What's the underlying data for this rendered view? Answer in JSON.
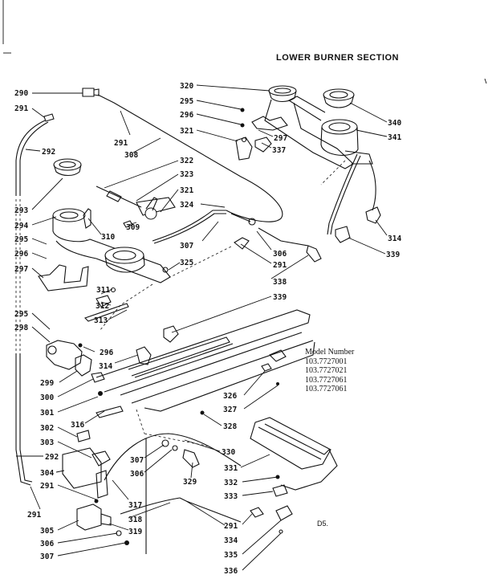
{
  "title": "LOWER BURNER SECTION",
  "model": {
    "heading": "Model Number",
    "numbers": [
      "103.7727001",
      "103.7727021",
      "103.7727061",
      "103.7727061"
    ]
  },
  "code": "D5.",
  "callouts": {
    "c290": "290",
    "c291a": "291",
    "c292a": "292",
    "c293": "293",
    "c294": "294",
    "c295a": "295",
    "c296a": "296",
    "c297a": "297",
    "c295b": "295",
    "c298": "298",
    "c299": "299",
    "c300": "300",
    "c301": "301",
    "c302": "302",
    "c303": "303",
    "c292b": "292",
    "c304": "304",
    "c291b": "291",
    "c291c": "291",
    "c305": "305",
    "c306a": "306",
    "c307a": "307",
    "c291d": "291",
    "c308": "308",
    "c309": "309",
    "c310": "310",
    "c311": "311",
    "c312": "312",
    "c313": "313",
    "c296b": "296",
    "c314a": "314",
    "c316": "316",
    "c307b": "307",
    "c306b": "306",
    "c317": "317",
    "c318": "318",
    "c319": "319",
    "c320": "320",
    "c295c": "295",
    "c296c": "296",
    "c321a": "321",
    "c322": "322",
    "c323": "323",
    "c321b": "321",
    "c324": "324",
    "c307c": "307",
    "c325": "325",
    "c291e": "291",
    "c306c": "306",
    "c338": "338",
    "c339a": "339",
    "c329": "329",
    "c328": "328",
    "c330": "330",
    "c331": "331",
    "c332": "332",
    "c333": "333",
    "c334": "334",
    "c335": "335",
    "c336": "336",
    "c326": "326",
    "c327": "327",
    "c291f": "291",
    "c297b": "297",
    "c337": "337",
    "c340": "340",
    "c341": "341",
    "c314b": "314",
    "c339b": "339"
  }
}
